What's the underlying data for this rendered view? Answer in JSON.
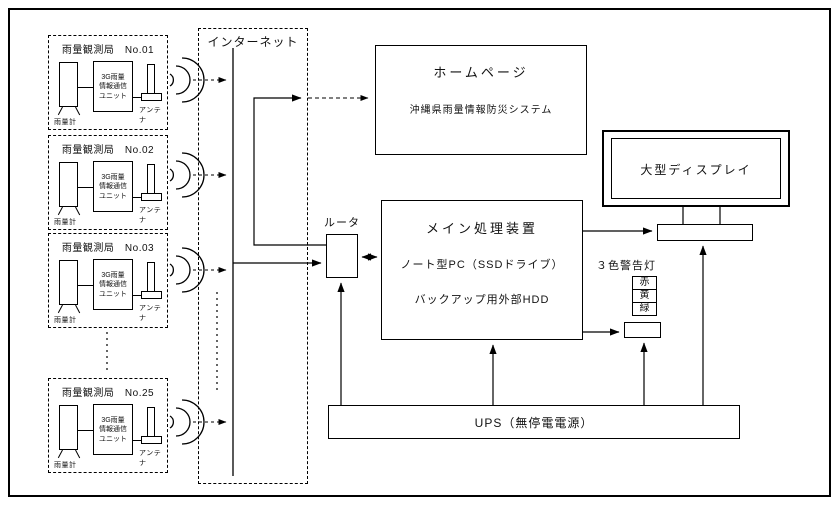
{
  "diagram": {
    "internet": {
      "label": "インターネット"
    },
    "stations": [
      {
        "title": "雨量観測局　No.01"
      },
      {
        "title": "雨量観測局　No.02"
      },
      {
        "title": "雨量観測局　No.03"
      },
      {
        "title": "雨量観測局　No.25"
      }
    ],
    "station_common": {
      "rain_gauge_label": "雨量計",
      "unit_lines": [
        "3G雨量",
        "情報通信",
        "ユニット"
      ],
      "antenna_label": "アンテナ"
    },
    "homepage": {
      "title": "ホームページ",
      "subtitle": "沖縄県雨量情報防災システム"
    },
    "router": {
      "label": "ルータ"
    },
    "main_unit": {
      "title": "メイン処理装置",
      "line2": "ノート型PC（SSDドライブ）",
      "line3": "バックアップ用外部HDD"
    },
    "display": {
      "label": "大型ディスプレイ"
    },
    "warning_light": {
      "label": "３色警告灯",
      "colors": [
        "赤",
        "黄",
        "緑"
      ]
    },
    "ups": {
      "label": "UPS（無停電電源）"
    },
    "line_color": "#000000",
    "background_color": "#ffffff"
  }
}
